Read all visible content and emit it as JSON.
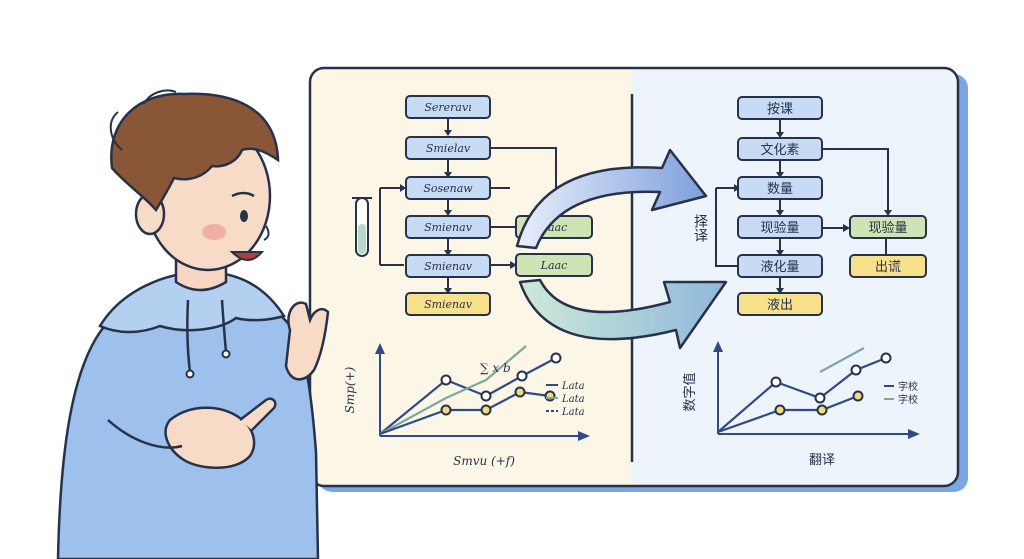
{
  "left_panel": {
    "flow_boxes": [
      "Sereravı",
      "Smielav",
      "Sosenaw",
      "Smienav",
      "Smienav",
      "Smienav"
    ],
    "side_boxes": [
      "Laac",
      "Laac"
    ],
    "chart": {
      "ylabel": "Smp(+)",
      "xlabel": "Smvu (+f)",
      "annotation": "∑ x b",
      "legend": [
        "Lata",
        "Lata",
        "Lata"
      ]
    }
  },
  "right_panel": {
    "flow_boxes": [
      "按课",
      "文化素",
      "数量",
      "现验量",
      "液化量",
      "液出"
    ],
    "side_boxes": [
      "现验量",
      "出谎"
    ],
    "side_label": "择译",
    "chart": {
      "ylabel": "数字值",
      "xlabel": "翻译",
      "legend": [
        "字校",
        "字校"
      ]
    }
  },
  "colors": {
    "blue_box": "#c7dcf4",
    "yellow_box": "#f7e18a",
    "green_box": "#cfe3b4",
    "outline": "#27324a",
    "line_blue": "#2f4a86",
    "line_teal": "#7fa6a0",
    "dot_yellow": "#f2dc7a"
  }
}
